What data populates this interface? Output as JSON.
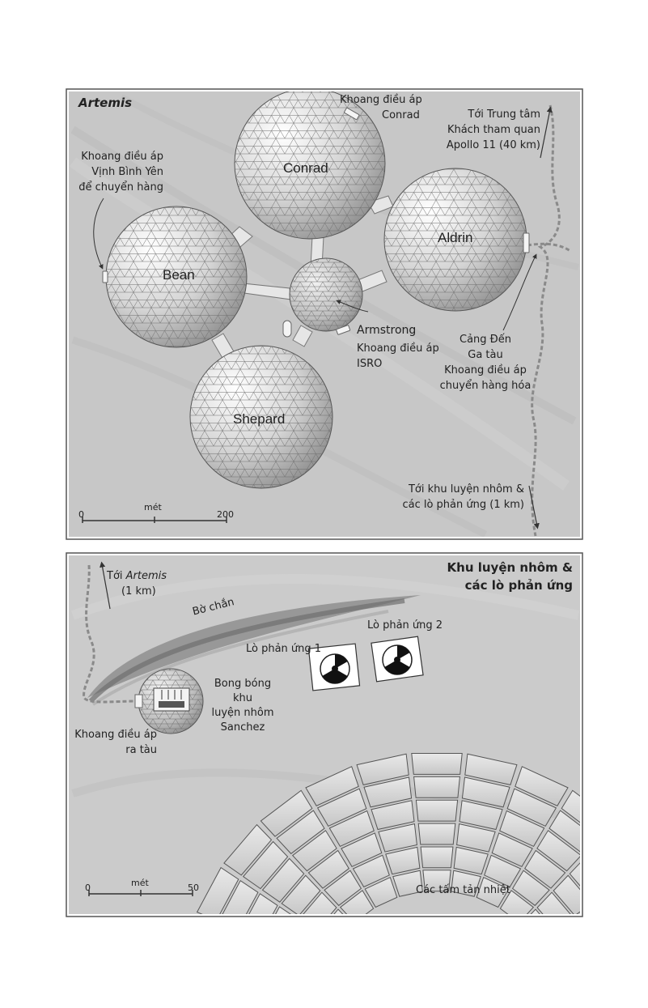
{
  "top_map": {
    "title": "Artemis",
    "domes": {
      "conrad": "Conrad",
      "aldrin": "Aldrin",
      "bean": "Bean",
      "shepard": "Shepard",
      "armstrong": "Armstrong"
    },
    "labels": {
      "conrad_airlock": [
        "Khoang điều áp",
        "Conrad"
      ],
      "visitor_center": [
        "Tới Trung tâm",
        "Khách tham quan",
        "Apollo 11 (40 km)"
      ],
      "tranquility_airlock": [
        "Khoang điều áp",
        "Vịnh Bình Yên",
        "để chuyển hàng"
      ],
      "isro_airlock": [
        "Khoang điều áp",
        "ISRO"
      ],
      "port": [
        "Cảng Đến",
        "Ga tàu",
        "Khoang điều áp",
        "chuyển hàng hóa"
      ],
      "to_smelter": [
        "Tới khu luyện nhôm &",
        "các lò phản ứng (1 km)"
      ]
    },
    "scale": {
      "unit": "mét",
      "start": "0",
      "end": "200"
    }
  },
  "bottom_map": {
    "title": [
      "Khu luyện nhôm &",
      "các lò phản ứng"
    ],
    "to_artemis_prefix": "Tới ",
    "to_artemis_name": "Artemis",
    "to_artemis_distance": "(1 km)",
    "ridge": "Bờ chắn",
    "reactor_1": "Lò phản ứng 1",
    "reactor_2": "Lò phản ứng 2",
    "smelter_bubble": [
      "Bong bóng",
      "khu",
      "luyện nhôm",
      "Sanchez"
    ],
    "exit_airlock": [
      "Khoang điều áp",
      "ra tàu"
    ],
    "radiators": "Các tấm tản nhiệt",
    "scale": {
      "unit": "mét",
      "start": "0",
      "end": "50"
    }
  }
}
